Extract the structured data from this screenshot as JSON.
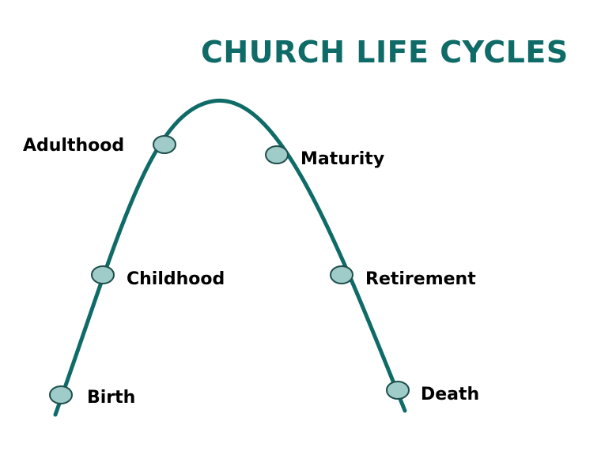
{
  "title": "CHURCH LIFE CYCLES",
  "colors": {
    "title": "#0f6b67",
    "curve": "#0f6b67",
    "marker_fill": "#9fcbc8",
    "marker_stroke": "#1d4f4c",
    "label": "#000000"
  },
  "stages": [
    {
      "id": "birth",
      "label": "Birth"
    },
    {
      "id": "childhood",
      "label": "Childhood"
    },
    {
      "id": "adulthood",
      "label": "Adulthood"
    },
    {
      "id": "maturity",
      "label": "Maturity"
    },
    {
      "id": "retirement",
      "label": "Retirement"
    },
    {
      "id": "death",
      "label": "Death"
    }
  ]
}
